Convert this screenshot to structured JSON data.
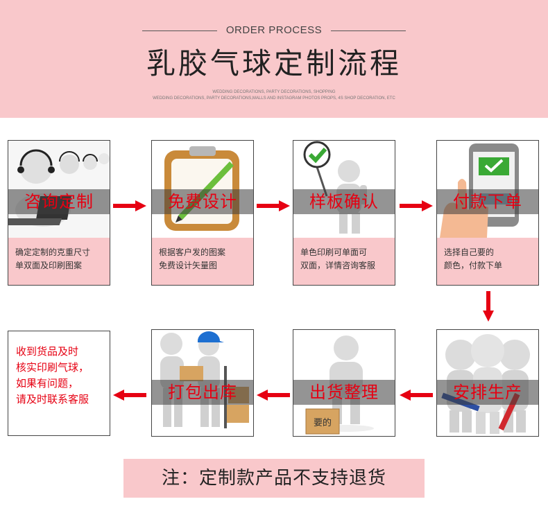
{
  "header": {
    "en_title": "ORDER PROCESS",
    "zh_title": "乳胶气球定制流程",
    "sub_line1": "WEDDING DECORATIONS, PARTY DECORATIONS, SHOPPING",
    "sub_line2": "WEDDING DECORATIONS, PARTY DECORATIONS,MALLS AND INSTAGRAM PHOTOS PROPS, 4S SHOP DECORATION, ETC"
  },
  "steps": [
    {
      "label": "咨询定制",
      "caption1": "确定定制的克重尺寸",
      "caption2": "单双面及印刷图案",
      "icon": "headset-figures-laptop-icon"
    },
    {
      "label": "免费设计",
      "caption1": "根据客户发的图案",
      "caption2": "免费设计矢量图",
      "icon": "clipboard-pen-icon"
    },
    {
      "label": "样板确认",
      "caption1": "单色印刷可单面可",
      "caption2": "双面，详情咨询客服",
      "icon": "figure-check-sign-icon"
    },
    {
      "label": "付款下单",
      "caption1": "选择自己要的",
      "caption2": "颜色，付款下单",
      "icon": "phone-payment-icon"
    },
    {
      "label": "安排生产",
      "icon": "figures-with-tools-icon"
    },
    {
      "label": "出货整理",
      "box_text": "要的",
      "icon": "figure-carrying-box-icon"
    },
    {
      "label": "打包出库",
      "icon": "figures-loading-boxes-icon"
    }
  ],
  "final": {
    "lines": [
      "收到货品及时",
      "核实印刷气球，",
      "如果有问题，",
      "请及时联系客服"
    ]
  },
  "note": "注：定制款产品不支持退货",
  "colors": {
    "pink": "#f9c8cb",
    "red": "#e60012",
    "check_green": "#3aa935"
  }
}
